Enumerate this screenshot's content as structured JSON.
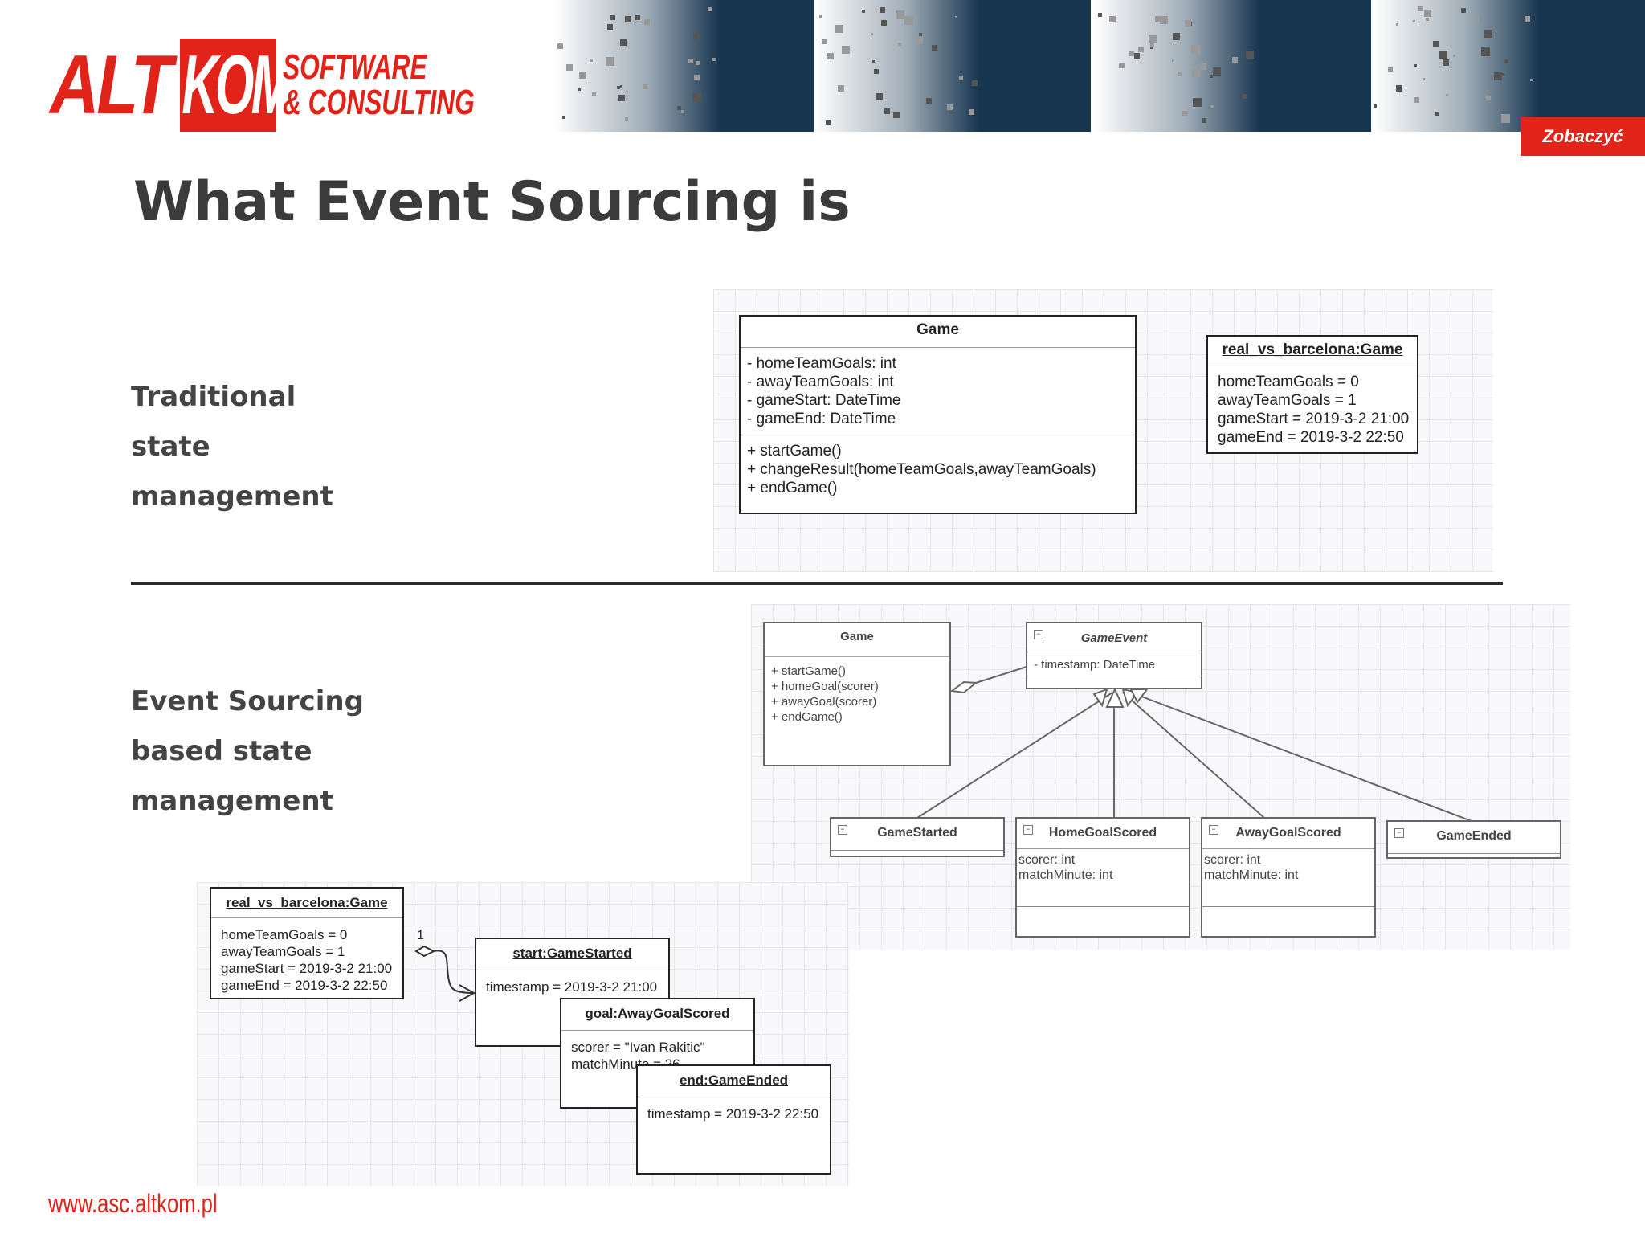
{
  "brand": {
    "logo_main": "ALT",
    "logo_box": "KOM",
    "logo_line1": "SOFTWARE",
    "logo_line2": "& CONSULTING",
    "tagline": "Zobaczyć inaczej",
    "url": "www.asc.altkom.pl",
    "accent_color": "#e2231a"
  },
  "slide": {
    "title": "What Event Sourcing is",
    "traditional_label": [
      "Traditional",
      "state",
      "management"
    ],
    "event_label": [
      "Event Sourcing",
      "based state",
      "management"
    ]
  },
  "traditional": {
    "class": {
      "name": "Game",
      "attributes": [
        "- homeTeamGoals: int",
        "- awayTeamGoals: int",
        "- gameStart: DateTime",
        "- gameEnd: DateTime"
      ],
      "operations": [
        "+ startGame()",
        "+ changeResult(homeTeamGoals,awayTeamGoals)",
        "+ endGame()"
      ]
    },
    "instance": {
      "name": "real_vs_barcelona:Game",
      "values": [
        "homeTeamGoals = 0",
        "awayTeamGoals = 1",
        "gameStart = 2019-3-2 21:00",
        "gameEnd = 2019-3-2 22:50"
      ]
    }
  },
  "event_model": {
    "game": {
      "name": "Game",
      "operations": [
        "+ startGame()",
        "+ homeGoal(scorer)",
        "+ awayGoal(scorer)",
        "+ endGame()"
      ]
    },
    "game_event": {
      "name": "GameEvent",
      "attributes": [
        "- timestamp: DateTime"
      ]
    },
    "subclasses": [
      {
        "name": "GameStarted",
        "attributes": []
      },
      {
        "name": "HomeGoalScored",
        "attributes": [
          "scorer: int",
          "matchMinute: int"
        ]
      },
      {
        "name": "AwayGoalScored",
        "attributes": [
          "scorer: int",
          "matchMinute: int"
        ]
      },
      {
        "name": "GameEnded",
        "attributes": []
      }
    ]
  },
  "event_instances": {
    "game": {
      "name": "real_vs_barcelona:Game",
      "values": [
        "homeTeamGoals = 0",
        "awayTeamGoals = 1",
        "gameStart = 2019-3-2 21:00",
        "gameEnd = 2019-3-2 22:50"
      ]
    },
    "multiplicity": "1",
    "started": {
      "name": "start:GameStarted",
      "values": [
        "timestamp = 2019-3-2 21:00"
      ]
    },
    "goal": {
      "name": "goal:AwayGoalScored",
      "values": [
        "scorer = \"Ivan Rakitic\"",
        "matchMinute = 26"
      ]
    },
    "ended": {
      "name": "end:GameEnded",
      "values": [
        "timestamp = 2019-3-2 22:50"
      ]
    }
  }
}
